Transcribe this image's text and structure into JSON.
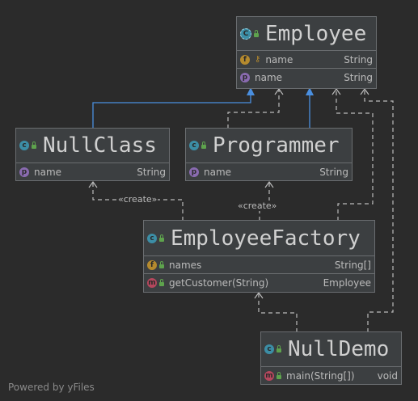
{
  "colors": {
    "background": "#2b2b2b",
    "node_fill": "#3c3f41",
    "node_border": "#6a6d70",
    "inheritance_edge": "#4a8fe0",
    "dependency_edge": "#bbbbbb"
  },
  "nodes": {
    "employee": {
      "title": "Employee",
      "kind_icon": "abstract-class-icon",
      "rows": [
        {
          "badge": "f",
          "name": "name",
          "type": "String"
        },
        {
          "badge": "p",
          "name": "name",
          "type": "String"
        }
      ]
    },
    "nullclass": {
      "title": "NullClass",
      "kind_icon": "class-icon",
      "rows": [
        {
          "badge": "p",
          "name": "name",
          "type": "String"
        }
      ]
    },
    "programmer": {
      "title": "Programmer",
      "kind_icon": "class-icon",
      "rows": [
        {
          "badge": "p",
          "name": "name",
          "type": "String"
        }
      ]
    },
    "employeefactory": {
      "title": "EmployeeFactory",
      "kind_icon": "class-icon",
      "rows": [
        {
          "badge": "f",
          "name": "names",
          "type": "String[]"
        },
        {
          "badge": "m",
          "name": "getCustomer(String)",
          "type": "Employee"
        }
      ]
    },
    "nulldemo": {
      "title": "NullDemo",
      "kind_icon": "class-icon",
      "rows": [
        {
          "badge": "m",
          "name": "main(String[])",
          "type": "void"
        }
      ]
    }
  },
  "edge_labels": {
    "create_nullclass": "«create»",
    "create_programmer": "«create»"
  },
  "footer": "Powered by yFiles"
}
